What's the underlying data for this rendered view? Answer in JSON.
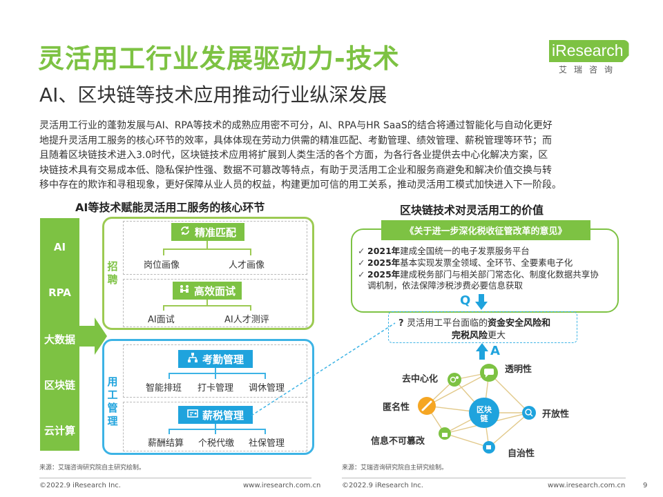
{
  "header": {
    "title": "灵活用工行业发展驱动力-技术",
    "subtitle": "AI、区块链等技术应用推动行业纵深发展"
  },
  "logo": {
    "text": "iResearch",
    "sub": "艾瑞咨询"
  },
  "intro": [
    "灵活用工行业的蓬勃发展与AI、RPA等技术的成熟应用密不可分，AI、RPA与HR SaaS的结合将通过智能化与自动化更好",
    "地提升灵活用工服务的核心环节的效率，具体体现在劳动力供需的精准匹配、考勤管理、绩效管理、薪税管理等环节；而",
    "且随着区块链技术进入3.0时代，区块链技术应用将扩展到人类生活的各个方面，为各行各业提供去中心化解决方案，区",
    "块链技术具有交易成本低、隐私保护性强、数据不可篡改等特点，有助于灵活用工企业和服务商避免和解决价值交换与转",
    "移中存在的欺诈和寻租现象，更好保障从业人员的权益，构建更加可信的用工关系，推动灵活用工模式加快进入下一阶段。"
  ],
  "left": {
    "section_title": "AI等技术赋能灵活用工服务的核心环节",
    "techs": [
      "AI",
      "RPA",
      "大数据",
      "区块链",
      "云计算"
    ],
    "recruit": {
      "label": "招聘",
      "match": {
        "title": "精准匹配",
        "items": [
          "岗位画像",
          "人才画像"
        ]
      },
      "interview": {
        "title": "高效面试",
        "items": [
          "AI面试",
          "AI人才测评"
        ]
      }
    },
    "manage": {
      "label": "用工管理",
      "attendance": {
        "title": "考勤管理",
        "items": [
          "智能排班",
          "打卡管理",
          "调休管理"
        ]
      },
      "payroll": {
        "title": "薪税管理",
        "items": [
          "薪酬结算",
          "个税代缴",
          "社保管理"
        ]
      }
    },
    "source": "来源：艾瑞咨询研究院自主研究绘制。"
  },
  "right": {
    "section_title": "区块链技术对灵活用工的价值",
    "policy_title": "《关于进一步深化税收征管改革的意见》",
    "policy_items": [
      {
        "year": "2021年",
        "text": "建成全国统一的电子发票服务平台"
      },
      {
        "year": "2025年",
        "text": "基本实现发票全领域、全环节、全要素电子化"
      },
      {
        "year": "2025年",
        "text": "建成税务部门与相关部门常态化、制度化数据共享协"
      }
    ],
    "policy_item3_cont": "调机制，依法保障涉税涉费必要信息获取",
    "q_letter": "Q",
    "a_letter": "A",
    "question": {
      "mark": "?",
      "pre": "灵活用工平台面临的",
      "hl1": "资金安全风险和",
      "hl2": "完税风险",
      "post": "更大"
    },
    "center": "区块链",
    "nodes": [
      "去中心化",
      "透明性",
      "匿名性",
      "开放性",
      "信息不可篡改",
      "自治性"
    ],
    "source": "来源：艾瑞咨询研究院自主研究绘制。"
  },
  "footer": {
    "left_copyright": "©2022.9 iResearch Inc.",
    "left_url": "www.iresearch.com.cn",
    "right_copyright": "©2022.9 iResearch Inc.",
    "right_url": "www.iresearch.com.cn",
    "page": "9"
  },
  "colors": {
    "green": "#7dc243",
    "blue": "#1fa3dd",
    "orange": "#f5a623"
  }
}
